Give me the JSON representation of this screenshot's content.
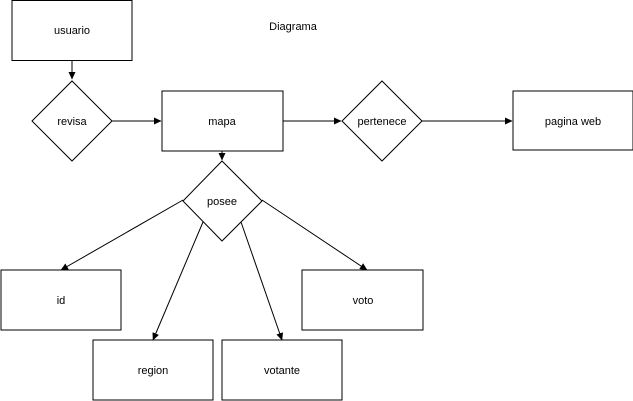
{
  "diagram": {
    "title": "Diagrama",
    "entities": {
      "usuario": "usuario",
      "mapa": "mapa",
      "pagina_web": "pagina web",
      "id": "id",
      "region": "region",
      "votante": "votante",
      "voto": "voto"
    },
    "relationships": {
      "revisa": "revisa",
      "pertenece": "pertenece",
      "posee": "posee"
    },
    "colors": {
      "stroke": "#000000",
      "fill": "#ffffff"
    }
  }
}
